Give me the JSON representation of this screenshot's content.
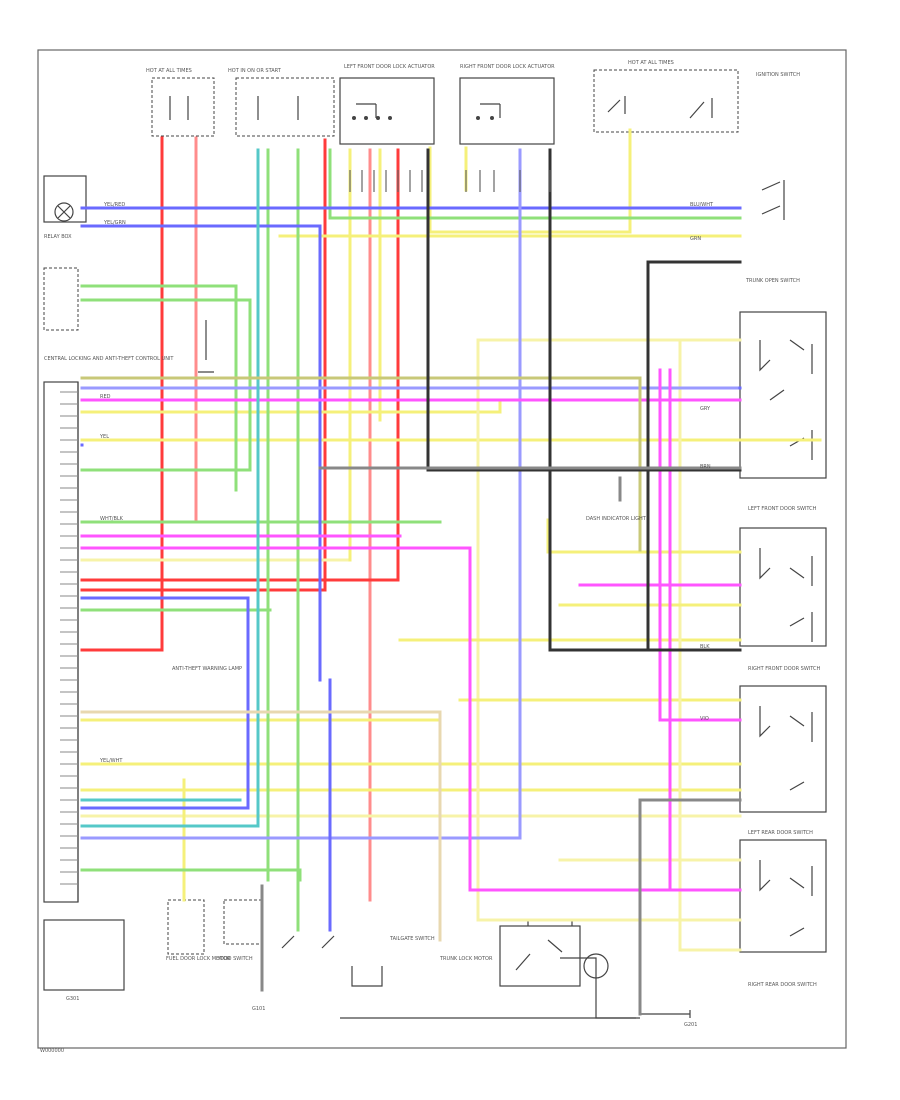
{
  "figure_label": "W000000",
  "colors": {
    "red": "#ff3b3b",
    "pink": "#ff8c8c",
    "yellow": "#f5f07a",
    "pale_yellow": "#f7f3a8",
    "green": "#8fe07a",
    "blue": "#6a6aff",
    "light_blue": "#9a9aff",
    "magenta": "#ff55ff",
    "cyan": "#55c8c8",
    "dark": "#333333",
    "gray": "#888888",
    "tan": "#e8d8b0",
    "olive": "#c8c878"
  },
  "component_labels": {
    "top_fuse_1": "HOT AT ALL TIMES",
    "top_fuse_2": "HOT IN ON OR START",
    "left_door_lock": "LEFT FRONT DOOR LOCK ACTUATOR",
    "right_door_lock": "RIGHT FRONT DOOR LOCK ACTUATOR",
    "hot_at_all_times": "HOT AT ALL TIMES",
    "ignition_switch": "IGNITION SWITCH",
    "trunk_open": "TRUNK OPEN SWITCH",
    "central_locking_unit": "CENTRAL LOCKING AND ANTI-THEFT CONTROL UNIT",
    "relay_box": "RELAY BOX",
    "trunk_lock_motor": "TRUNK LOCK MOTOR",
    "left_front_door": "LEFT FRONT DOOR SWITCH",
    "right_front_door": "RIGHT FRONT DOOR SWITCH",
    "left_rear_door": "LEFT REAR DOOR SWITCH",
    "right_rear_door": "RIGHT REAR DOOR SWITCH",
    "fuel_door": "FUEL DOOR LOCK MOTOR",
    "hood_switch": "HOOD SWITCH",
    "warning_lamp": "ANTI-THEFT WARNING LAMP",
    "ground_1": "G101",
    "ground_2": "G201",
    "ground_3": "G301",
    "tailgate_switch": "TAILGATE SWITCH",
    "dash_light": "DASH INDICATOR LIGHT"
  },
  "wire_labels": {
    "yel_red": "YEL/RED",
    "yel_grn": "YEL/GRN",
    "blu_wht": "BLU/WHT",
    "grn": "GRN",
    "red": "RED",
    "yel": "YEL",
    "gry": "GRY",
    "brn": "BRN",
    "blk": "BLK",
    "wht_blk": "WHT/BLK",
    "vio": "VIO",
    "yel_wht": "YEL/WHT"
  }
}
